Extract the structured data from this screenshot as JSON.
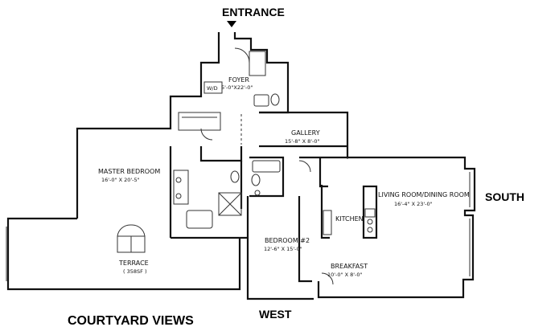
{
  "labels": {
    "entrance": "ENTRANCE",
    "south": "SOUTH",
    "west": "WEST",
    "courtyard": "COURTYARD VIEWS"
  },
  "rooms": {
    "foyer": {
      "name": "FOYER",
      "dims": "5'-0\"X22'-0\""
    },
    "wd": "W/D",
    "gallery": {
      "name": "GALLERY",
      "dims": "15'-8\" X 8'-0\""
    },
    "master": {
      "name": "MASTER BEDROOM",
      "dims": "16'-0\" X 20'-5\""
    },
    "living": {
      "name": "LIVING ROOM/DINING ROOM",
      "dims": "16'-4\" X 23'-0\""
    },
    "kitchen": "KITCHEN",
    "bedroom2": {
      "name": "BEDROOM #2",
      "dims": "12'-6\" X 15'-0\""
    },
    "terrace": {
      "name": "TERRACE",
      "dims": "( 358SF )"
    },
    "breakfast": {
      "name": "BREAKFAST",
      "dims": "10'-0\" X 8'-0\""
    }
  }
}
